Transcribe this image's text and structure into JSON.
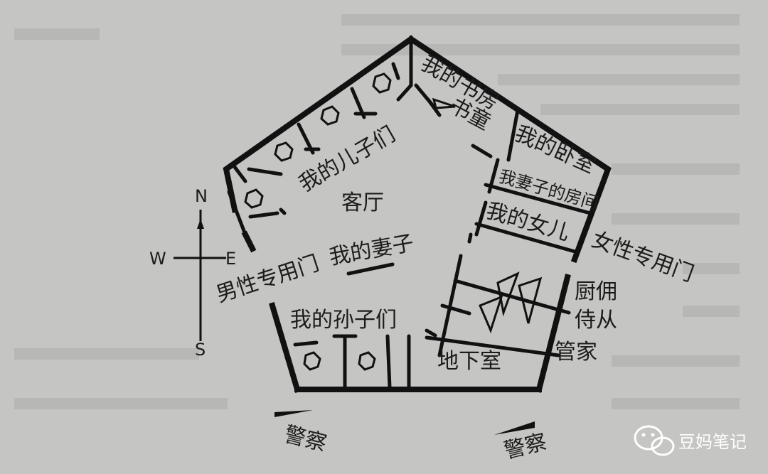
{
  "compass": {
    "n": "N",
    "s": "S",
    "e": "E",
    "w": "W"
  },
  "rooms": {
    "study": "我的书房",
    "page_boy": "书童",
    "bedroom": "我的卧室",
    "sons": "我的儿子们",
    "living_room": "客厅",
    "wife_room": "我妻子的房间",
    "daughter": "我的女儿",
    "wife": "我的妻子",
    "grandsons": "我的孙子们",
    "basement": "地下室",
    "kitchen_staff": [
      "厨佣",
      "侍从",
      "管家"
    ]
  },
  "doors": {
    "men_door": "男性专用门",
    "women_door": "女性专用门"
  },
  "police": {
    "left": "警察",
    "right": "警察"
  },
  "watermark": "豆妈笔记"
}
